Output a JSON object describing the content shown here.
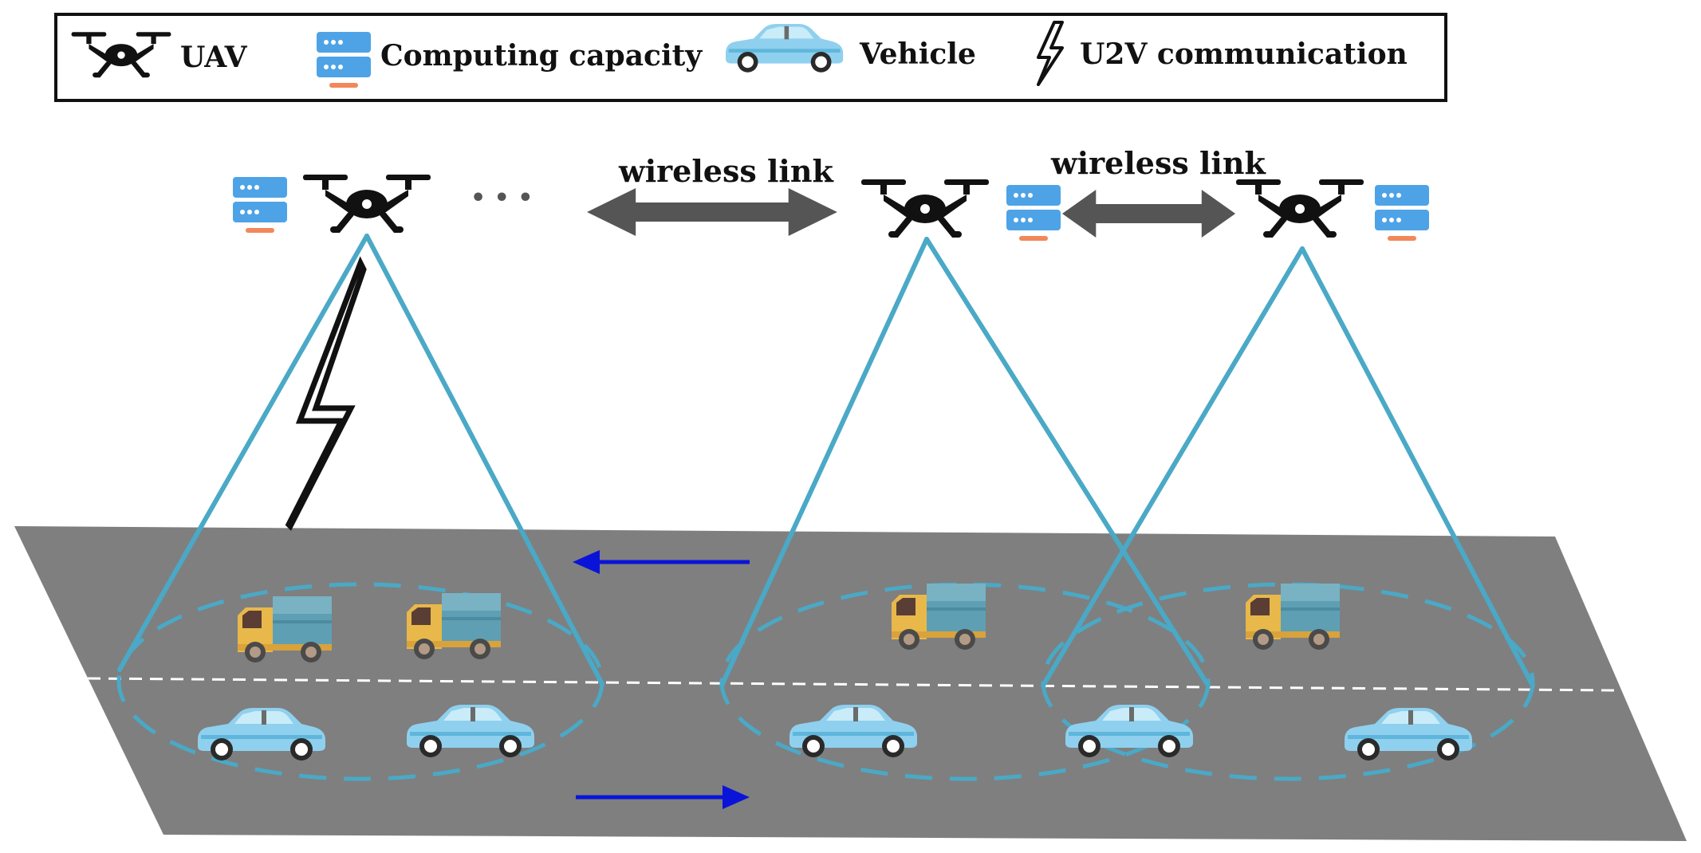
{
  "legend": {
    "uav_label": "UAV",
    "computing_label": "Computing capacity",
    "vehicle_label": "Vehicle",
    "u2v_label": "U2V communication"
  },
  "links": {
    "left_label": "wireless link",
    "right_label": "wireless link",
    "ellipsis": "• • •"
  },
  "colors": {
    "road": "#7f7f7f",
    "cone": "#4aa9c6",
    "direction_arrow": "#0a14d8",
    "server": "#4ea3e6",
    "server_accent": "#f2875a",
    "car_body": "#8fd0ee",
    "truck_cab": "#e8b84a",
    "truck_box": "#5f9fb3"
  },
  "icons": {
    "uav": "drone-icon",
    "server": "server-stack-icon",
    "car": "car-icon",
    "truck": "truck-icon",
    "lightning": "lightning-bolt-icon"
  }
}
